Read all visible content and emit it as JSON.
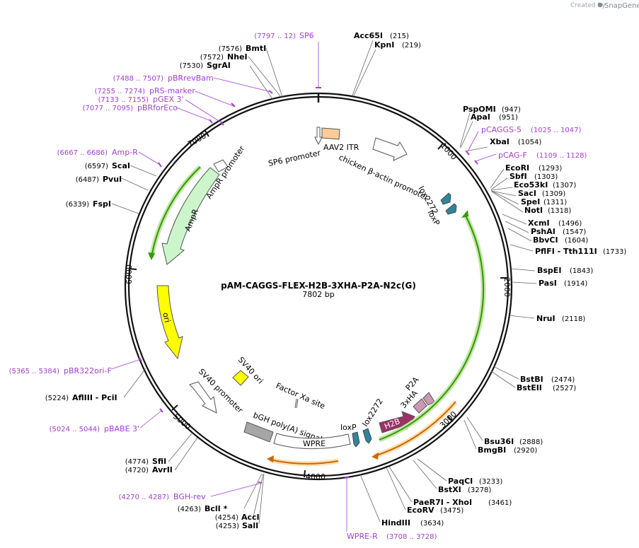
{
  "plasmid": {
    "name": "pAM-CAGGS-FLEX-H2B-3XHA-P2A-N2c(G)",
    "length": "7802 bp"
  },
  "credit": {
    "prefix": "Created by",
    "brand": "SnapGene",
    "icon": "snapgene-logo-icon"
  },
  "ruler_ticks": [
    "1000",
    "2000",
    "3000",
    "4000",
    "5000",
    "6000",
    "7000"
  ],
  "enzymes": [
    {
      "id": "acc65i",
      "name": "Acc65I",
      "pos": "(215)"
    },
    {
      "id": "kpni",
      "name": "KpnI",
      "pos": "(219)"
    },
    {
      "id": "pspomi",
      "name": "PspOMI",
      "pos": "(947)"
    },
    {
      "id": "apai",
      "name": "ApaI",
      "pos": "(951)"
    },
    {
      "id": "xbai",
      "name": "XbaI",
      "pos": "(1054)"
    },
    {
      "id": "ecori",
      "name": "EcoRI",
      "pos": "(1293)"
    },
    {
      "id": "sbfi",
      "name": "SbfI",
      "pos": "(1303)"
    },
    {
      "id": "eco53ki",
      "name": "Eco53kI",
      "pos": "(1307)"
    },
    {
      "id": "saci",
      "name": "SacI",
      "pos": "(1309)"
    },
    {
      "id": "spei",
      "name": "SpeI",
      "pos": "(1311)"
    },
    {
      "id": "noti",
      "name": "NotI",
      "pos": "(1318)"
    },
    {
      "id": "xcmi",
      "name": "XcmI",
      "pos": "(1496)"
    },
    {
      "id": "pshai",
      "name": "PshAI",
      "pos": "(1547)"
    },
    {
      "id": "bbvci",
      "name": "BbvCI",
      "pos": "(1604)"
    },
    {
      "id": "pflfi",
      "name": "PflFI - Tth111I",
      "pos": "(1733)"
    },
    {
      "id": "bspei",
      "name": "BspEI",
      "pos": "(1843)"
    },
    {
      "id": "pasi",
      "name": "PasI",
      "pos": "(1914)"
    },
    {
      "id": "nrui",
      "name": "NruI",
      "pos": "(2118)"
    },
    {
      "id": "bstbi",
      "name": "BstBI",
      "pos": "(2474)"
    },
    {
      "id": "bsteii",
      "name": "BstEII",
      "pos": "(2527)"
    },
    {
      "id": "bsu36i",
      "name": "Bsu36I",
      "pos": "(2888)"
    },
    {
      "id": "bmgbi",
      "name": "BmgBI",
      "pos": "(2920)"
    },
    {
      "id": "paqci",
      "name": "PaqCI",
      "pos": "(3233)"
    },
    {
      "id": "bstxi",
      "name": "BstXI",
      "pos": "(3278)"
    },
    {
      "id": "paer7i",
      "name": "PaeR7I - XhoI",
      "pos": "(3461)"
    },
    {
      "id": "ecorv",
      "name": "EcoRV",
      "pos": "(3475)"
    },
    {
      "id": "hindiii",
      "name": "HindIII",
      "pos": "(3634)"
    },
    {
      "id": "sali",
      "name": "SalI",
      "pos": "(4253)"
    },
    {
      "id": "acci",
      "name": "AccI",
      "pos": "(4254)"
    },
    {
      "id": "bcli",
      "name": "BclI *",
      "pos": "(4263)"
    },
    {
      "id": "avrii",
      "name": "AvrII",
      "pos": "(4720)"
    },
    {
      "id": "sfii",
      "name": "SfiI",
      "pos": "(4774)"
    },
    {
      "id": "afliii",
      "name": "AflIII - PciI",
      "pos": "(5224)"
    },
    {
      "id": "fspi",
      "name": "FspI",
      "pos": "(6339)"
    },
    {
      "id": "pvui",
      "name": "PvuI",
      "pos": "(6487)"
    },
    {
      "id": "scai",
      "name": "ScaI",
      "pos": "(6597)"
    },
    {
      "id": "sgrai",
      "name": "SgrAI",
      "pos": "(7530)"
    },
    {
      "id": "nhei",
      "name": "NheI",
      "pos": "(7572)"
    },
    {
      "id": "bmti",
      "name": "BmtI",
      "pos": "(7576)"
    }
  ],
  "primers": [
    {
      "id": "sp6",
      "name": "SP6",
      "pos": "(7797 .. 12)"
    },
    {
      "id": "pcaggs5",
      "name": "pCAGGS-5",
      "pos": "(1025 .. 1047)"
    },
    {
      "id": "pcagf",
      "name": "pCAG-F",
      "pos": "(1109 .. 1128)"
    },
    {
      "id": "wprer",
      "name": "WPRE-R",
      "pos": "(3708 .. 3728)"
    },
    {
      "id": "bghrev",
      "name": "BGH-rev",
      "pos": "(4270 .. 4287)"
    },
    {
      "id": "pbabe3",
      "name": "pBABE 3'",
      "pos": "(5024 .. 5044)"
    },
    {
      "id": "pbr322orif",
      "name": "pBR322ori-F",
      "pos": "(5365 .. 5384)"
    },
    {
      "id": "ampr",
      "name": "Amp-R",
      "pos": "(6667 .. 6686)"
    },
    {
      "id": "pbrforeco",
      "name": "pBRforEco",
      "pos": "(7077 .. 7095)"
    },
    {
      "id": "pgex3",
      "name": "pGEX 3'",
      "pos": "(7133 .. 7155)"
    },
    {
      "id": "prsmarker",
      "name": "pRS-marker",
      "pos": "(7255 .. 7274)"
    },
    {
      "id": "pbrrevbam",
      "name": "pBRrevBam",
      "pos": "(7488 .. 7507)"
    }
  ],
  "features": [
    {
      "id": "aav2itr",
      "label": "AAV2 ITR"
    },
    {
      "id": "cba",
      "label": "chicken β-actin promoter"
    },
    {
      "id": "sp6prom",
      "label": "SP6 promoter"
    },
    {
      "id": "lox2272a",
      "label": "lox2272"
    },
    {
      "id": "loxpa",
      "label": "loxP"
    },
    {
      "id": "amprprom",
      "label": "AmpR promoter"
    },
    {
      "id": "amprgene",
      "label": "AmpR"
    },
    {
      "id": "ori",
      "label": "ori"
    },
    {
      "id": "sv40ori",
      "label": "SV40 ori"
    },
    {
      "id": "sv40prom",
      "label": "SV40 promoter"
    },
    {
      "id": "factorxa",
      "label": "Factor Xa site"
    },
    {
      "id": "bgh",
      "label": "bGH poly(A) signal"
    },
    {
      "id": "wpre",
      "label": "WPRE"
    },
    {
      "id": "loxpb",
      "label": "loxP"
    },
    {
      "id": "lox2272b",
      "label": "lox2272"
    },
    {
      "id": "h2b",
      "label": "H2B"
    },
    {
      "id": "hax3",
      "label": "3xHA"
    },
    {
      "id": "p2a",
      "label": "P2A"
    }
  ],
  "colors": {
    "backbone": "#111111",
    "primer": "#a23fd0",
    "promoter_fill": "#ffffff",
    "ampr_fill": "#ccf5cc",
    "ori_fill": "#ffff00",
    "itr_fill": "#ffcc99",
    "lox_fill": "#31849b",
    "h2b_fill": "#993366",
    "tag_fill": "#cc99b2",
    "bgh_fill": "#a6a6a6",
    "green_arc": "#339900",
    "orange_arc": "#cc6600",
    "leader": "#666666"
  }
}
